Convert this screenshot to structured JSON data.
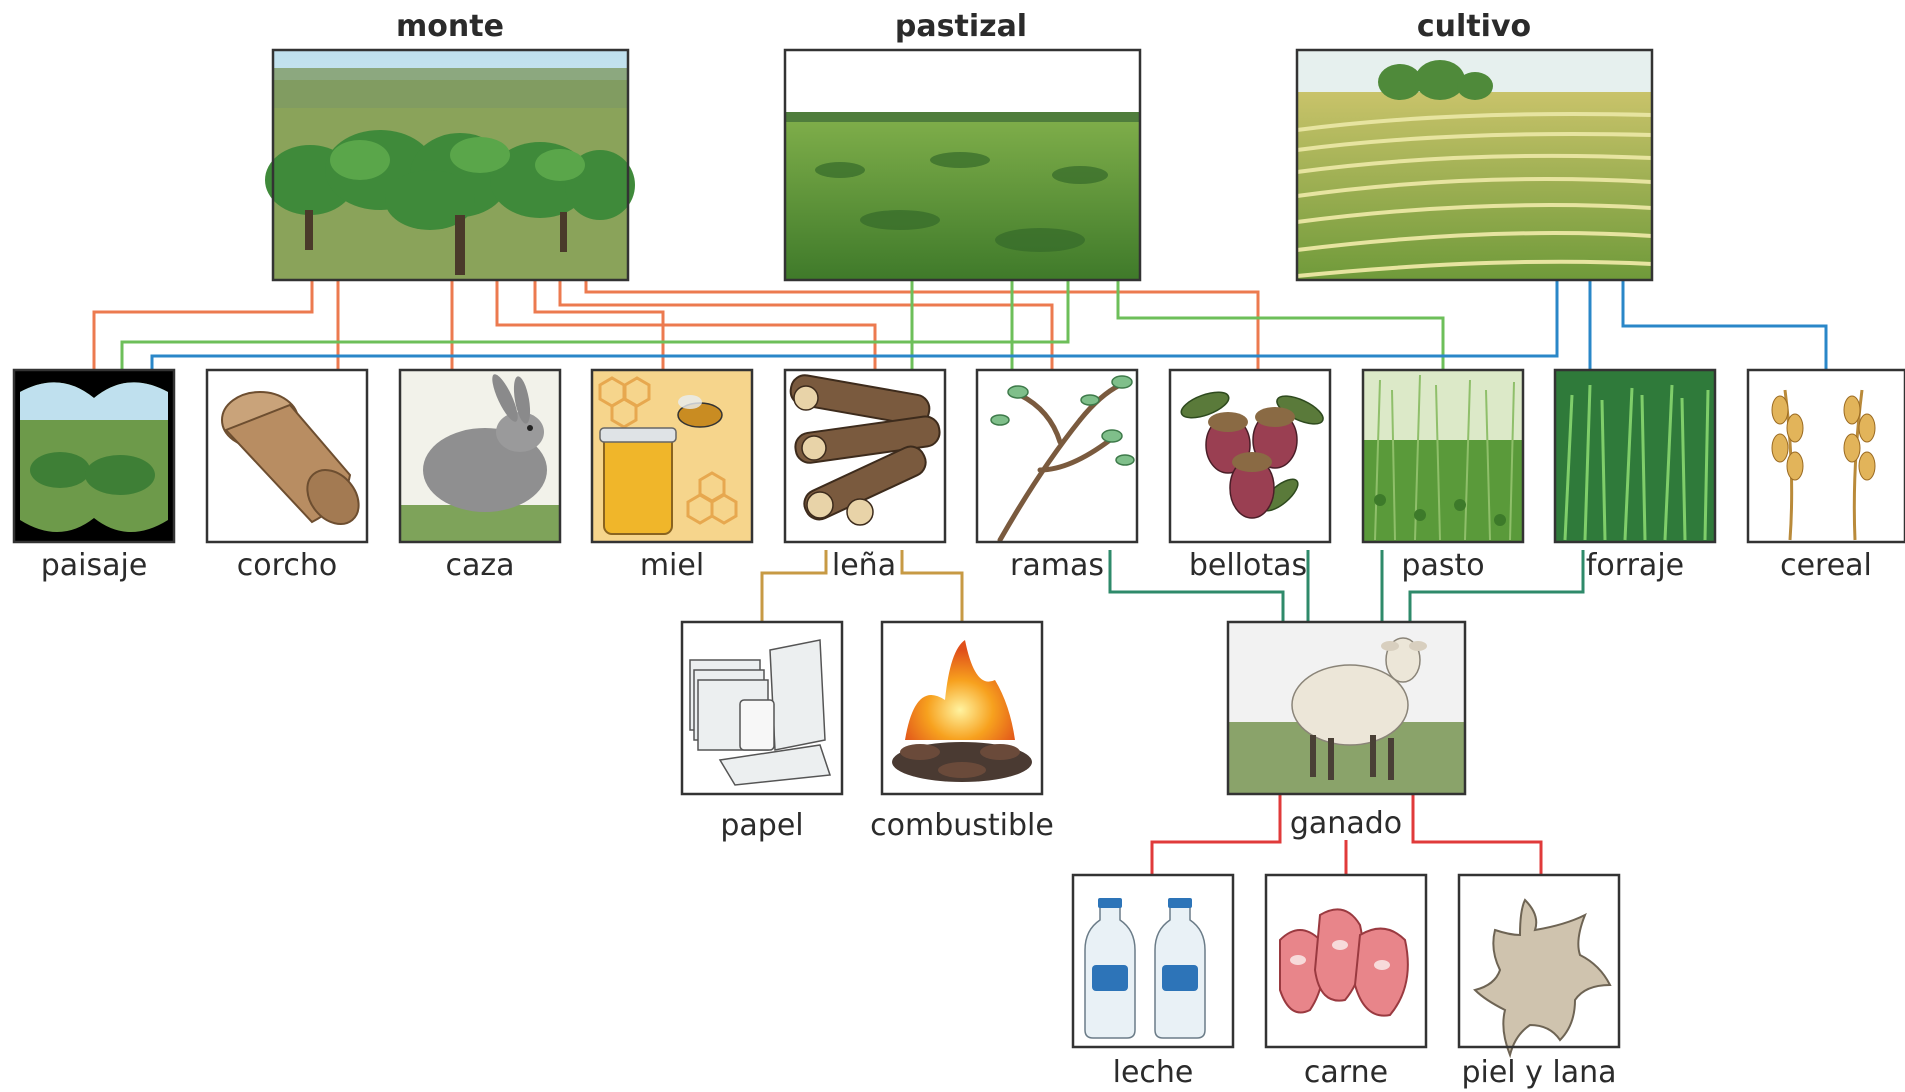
{
  "sources": {
    "monte": "monte",
    "pastizal": "pastizal",
    "cultivo": "cultivo"
  },
  "resources": {
    "paisaje": "paisaje",
    "corcho": "corcho",
    "caza": "caza",
    "miel": "miel",
    "lena": "leña",
    "ramas": "ramas",
    "bellotas": "bellotas",
    "pasto": "pasto",
    "forraje": "forraje",
    "cereal": "cereal"
  },
  "derived": {
    "papel": "papel",
    "combustible": "combustible",
    "ganado": "ganado"
  },
  "products": {
    "leche": "leche",
    "carne": "carne",
    "piel_lana": "piel y lana"
  },
  "colors": {
    "monte_links": "#ec7a4f",
    "pastizal_links": "#6dbf5a",
    "cultivo_links": "#2a87c8",
    "lena_links": "#c79a44",
    "ganado_feed_links": "#2e8a6a",
    "ganado_product_links": "#e03a3a"
  }
}
